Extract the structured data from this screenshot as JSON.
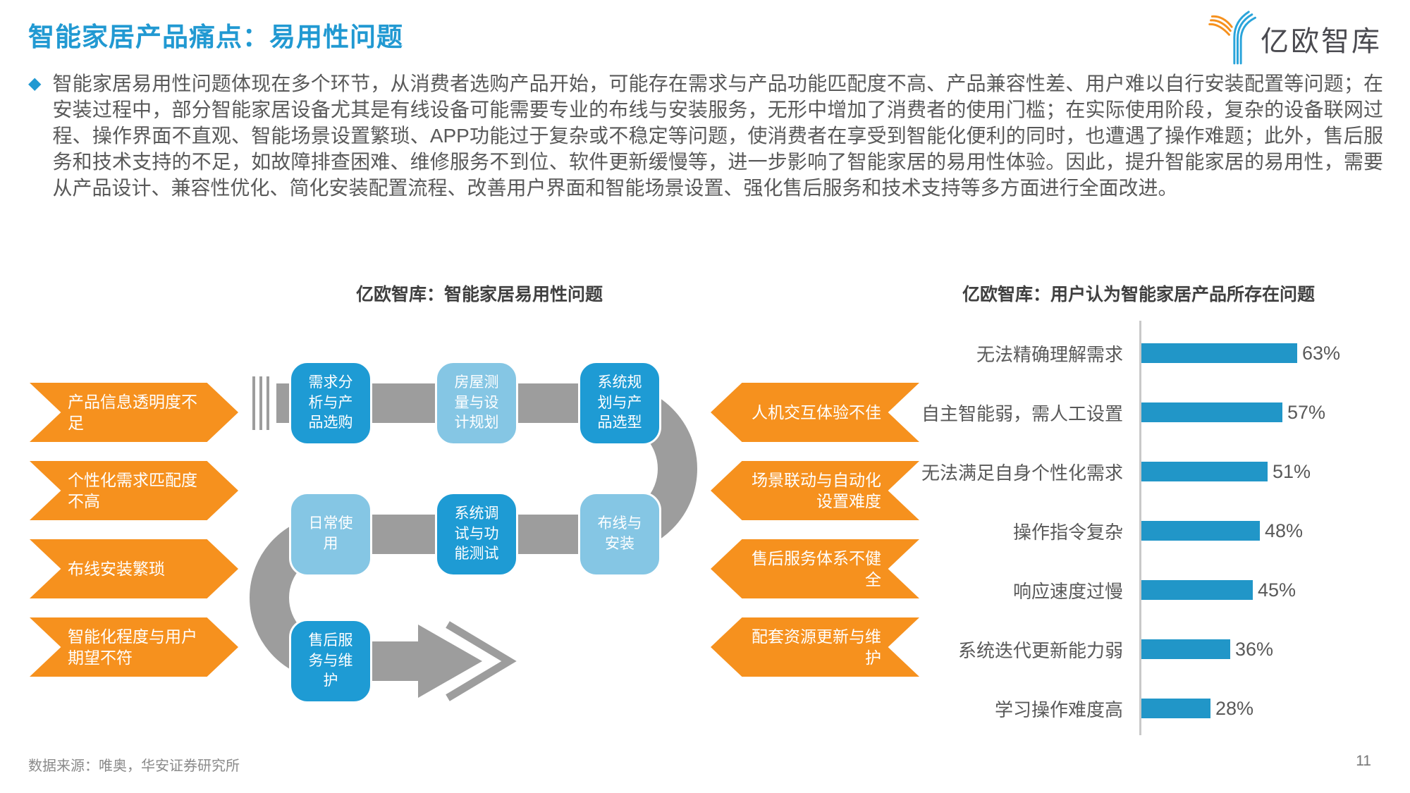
{
  "header": {
    "title": "智能家居产品痛点：易用性问题",
    "logo_text": "亿欧智库"
  },
  "intro": {
    "bullet_icon": "◆",
    "text": "智能家居易用性问题体现在多个环节，从消费者选购产品开始，可能存在需求与产品功能匹配度不高、产品兼容性差、用户难以自行安装配置等问题；在安装过程中，部分智能家居设备尤其是有线设备可能需要专业的布线与安装服务，无形中增加了消费者的使用门槛；在实际使用阶段，复杂的设备联网过程、操作界面不直观、智能场景设置繁琐、APP功能过于复杂或不稳定等问题，使消费者在享受到智能化便利的同时，也遭遇了操作难题；此外，售后服务和技术支持的不足，如故障排查困难、维修服务不到位、软件更新缓慢等，进一步影响了智能家居的易用性体验。因此，提升智能家居的易用性，需要从产品设计、兼容性优化、简化安装配置流程、改善用户界面和智能场景设置、强化售后服务和技术支持等多方面进行全面改进。"
  },
  "flow_section": {
    "title": "亿欧智库：智能家居易用性问题",
    "left_pain_points": [
      "产品信息透明度不足",
      "个性化需求匹配度不高",
      "布线安装繁琐",
      "智能化程度与用户期望不符"
    ],
    "steps": [
      {
        "label": "需求分析与产品选购",
        "tone": "dark"
      },
      {
        "label": "房屋测量与设计规划",
        "tone": "light"
      },
      {
        "label": "系统规划与产品选型",
        "tone": "dark"
      },
      {
        "label": "布线与安装",
        "tone": "light"
      },
      {
        "label": "系统调试与功能测试",
        "tone": "dark"
      },
      {
        "label": "日常使用",
        "tone": "light"
      },
      {
        "label": "售后服务与维护",
        "tone": "dark"
      }
    ],
    "right_pain_points": [
      "人机交互体验不佳",
      "场景联动与自动化设置难度",
      "售后服务体系不健全",
      "配套资源更新与维护"
    ]
  },
  "chart_data": {
    "type": "bar",
    "orientation": "horizontal",
    "title": "亿欧智库：用户认为智能家居产品所存在问题",
    "categories": [
      "无法精确理解需求",
      "自主智能弱，需人工设置",
      "无法满足自身个性化需求",
      "操作指令复杂",
      "响应速度过慢",
      "系统迭代更新能力弱",
      "学习操作难度高"
    ],
    "values": [
      63,
      57,
      51,
      48,
      45,
      36,
      28
    ],
    "value_labels": [
      "63%",
      "57%",
      "51%",
      "48%",
      "45%",
      "36%",
      "28%"
    ],
    "unit": "%",
    "xlim": [
      0,
      70
    ],
    "grid": false,
    "bar_color": "#2196C8",
    "axis_color": "#C9C9C9"
  },
  "footer": {
    "source": "数据来源：唯奥，华安证券研究所",
    "page": "11"
  },
  "colors": {
    "title_blue": "#2199D2",
    "step_dark_blue": "#1E9BD4",
    "step_light_blue": "#85C6E4",
    "pain_orange": "#F6911E",
    "flow_gray": "#9D9D9D",
    "body_text": "#595959"
  }
}
